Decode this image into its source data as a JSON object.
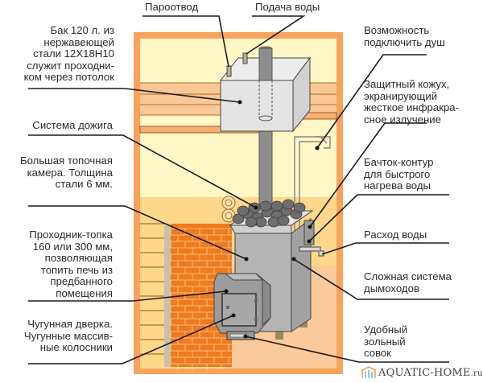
{
  "title": "Схема банной печи с баком",
  "labels": {
    "steam_outlet": "Пароотвод",
    "water_supply": "Подача воды",
    "tank": "Бак 120 л. из\nнержавеющей\nстали 12Х18Н10\nслужит проходни-\nком через потолок",
    "afterburn": "Система дожига",
    "firebox": "Большая топочная\nкамера. Толщина\nстали 6 мм.",
    "fire_tunnel": "Проходник-топка\n160 или 300 мм,\nпозволяющая\nтопить печь из\nпредбанного\nпомещения",
    "cast_door": "Чугунная дверка.\nЧугунные массив-\nные колосники",
    "shower": "Возможность\nподключить душ",
    "casing": "Защитный кожух,\nэкранирующий\nжесткое инфракра-\nсное излучение",
    "heat_tank": "Бачток-контур\nдля быстрого\nнагрева воды",
    "water_out": "Расход воды",
    "chimney_system": "Сложная система\nдымоходов",
    "ash_pan": "Удобный\nзольный\nсовок"
  },
  "watermark": {
    "text": "AQUATIC-HOME",
    "suffix": ".ru"
  },
  "colors": {
    "room_frame": "#f7a35c",
    "room_inner": "#fff7c6",
    "wall_boards": "#f9c896",
    "lower_wall": "#fdd88a",
    "brick": "#f07a1c",
    "floor": "#fbc99a",
    "steel": "#b7b7b7",
    "steel_dark": "#8d8d8d",
    "tank": "#e4e4e4",
    "stones": "#6d6d6d",
    "leader_line": "#1a1a1a"
  }
}
